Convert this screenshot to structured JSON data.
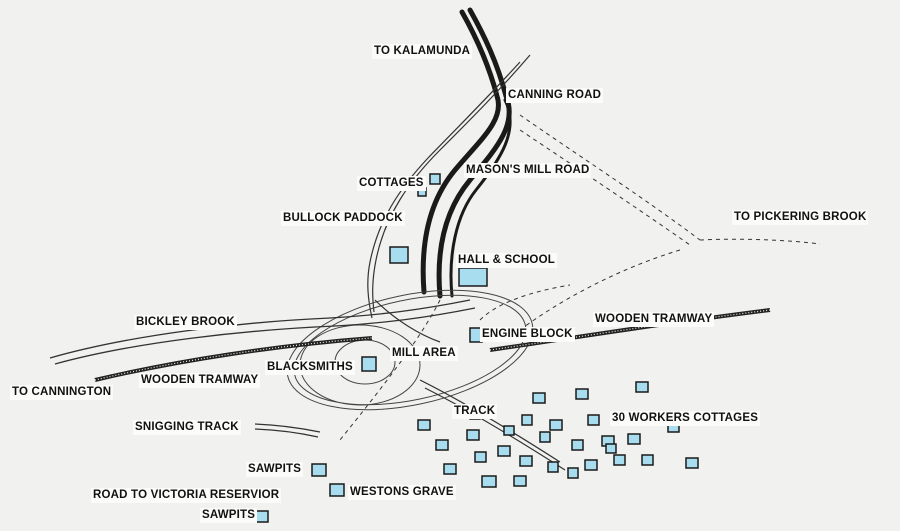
{
  "map": {
    "labels": {
      "to_kalamunda": "TO KALAMUNDA",
      "canning_road": "CANNING ROAD",
      "cottages": "COTTAGES",
      "masons_mill_road": "MASON'S MILL ROAD",
      "bullock_paddock": "BULLOCK PADDOCK",
      "to_pickering_brook": "TO PICKERING BROOK",
      "hall_school": "HALL & SCHOOL",
      "bickley_brook": "BICKLEY BROOK",
      "wooden_tramway_east": "WOODEN TRAMWAY",
      "engine_block": "ENGINE BLOCK",
      "mill_area": "MILL AREA",
      "blacksmiths": "BLACKSMITHS",
      "wooden_tramway_west": "WOODEN TRAMWAY",
      "to_cannington": "TO CANNINGTON",
      "track": "TRACK",
      "workers_cottages": "30 WORKERS COTTAGES",
      "snigging_track": "SNIGGING TRACK",
      "sawpits_upper": "SAWPITS",
      "road_to_victoria_reservoir": "ROAD TO VICTORIA RESERVIOR",
      "westons_grave": "WESTONS GRAVE",
      "sawpits_lower": "SAWPITS"
    },
    "colors": {
      "building_fill": "#a8dcef",
      "ink": "#1a1a1a",
      "paper": "#f1f1ef"
    }
  }
}
